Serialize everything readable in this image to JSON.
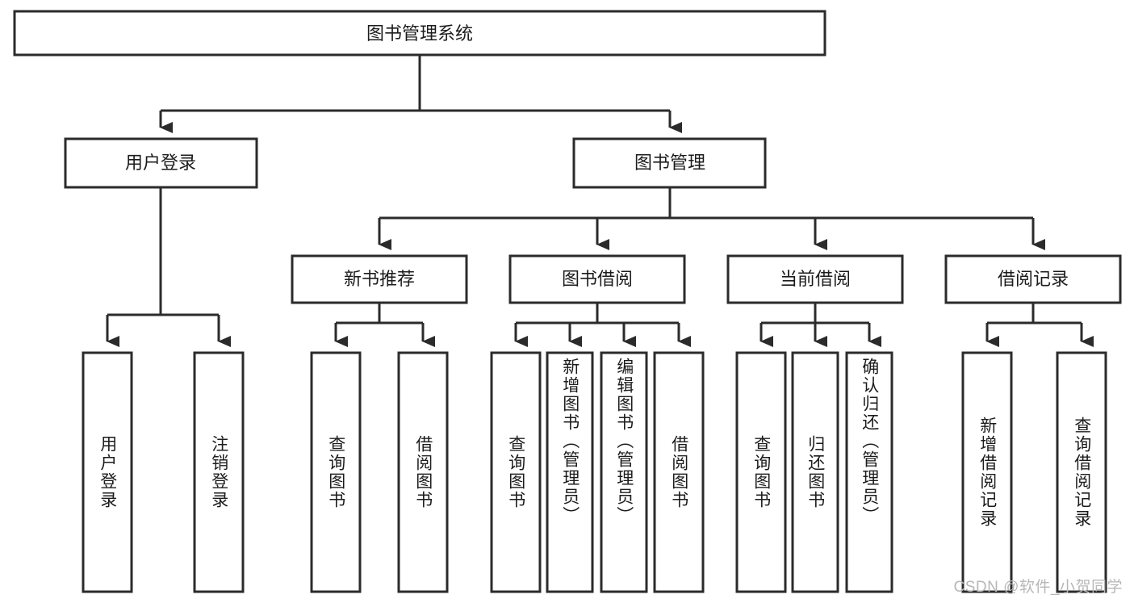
{
  "diagram": {
    "title": "图书管理系统",
    "type": "tree-hierarchy-chart",
    "watermark": "CSDN @软件_小贺同学",
    "colors": {
      "stroke": "#2b2b2b",
      "fill": "#ffffff",
      "text": "#1c1c1c",
      "watermark": "#b7b7b7"
    },
    "root": {
      "label": "图书管理系统"
    },
    "level2": [
      {
        "label": "用户登录"
      },
      {
        "label": "图书管理"
      }
    ],
    "level3": [
      {
        "label": "新书推荐"
      },
      {
        "label": "图书借阅"
      },
      {
        "label": "当前借阅"
      },
      {
        "label": "借阅记录"
      }
    ],
    "leaves": {
      "user_login": [
        {
          "label": "用户登录"
        },
        {
          "label": "注销登录"
        }
      ],
      "new_book_recommend": [
        {
          "label": "查询图书"
        },
        {
          "label": "借阅图书"
        }
      ],
      "book_borrow": [
        {
          "label": "查询图书"
        },
        {
          "label": "新增图书（管理员）"
        },
        {
          "label": "编辑图书（管理员）"
        },
        {
          "label": "借阅图书"
        }
      ],
      "current_borrow": [
        {
          "label": "查询图书"
        },
        {
          "label": "归还图书"
        },
        {
          "label": "确认归还（管理员）"
        }
      ],
      "borrow_record": [
        {
          "label": "新增借阅记录"
        },
        {
          "label": "查询借阅记录"
        }
      ]
    }
  }
}
